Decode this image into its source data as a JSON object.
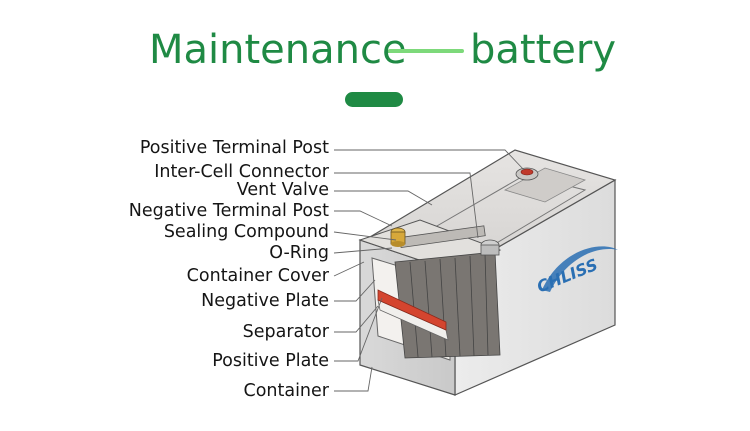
{
  "title": {
    "left": "Maintenance",
    "right": "battery"
  },
  "brand": "CHLISS",
  "colors": {
    "title_green": "#1f8a44",
    "dash_green": "#7dd97a",
    "plate_red": "#d4452f",
    "brand_blue": "#2a6fb3"
  },
  "labels": [
    "Positive Terminal Post",
    "Inter-Cell Connector",
    "Vent Valve",
    "Negative Terminal Post",
    "Sealing Compound",
    "O-Ring",
    "Container Cover",
    "Negative Plate",
    "Separator",
    "Positive Plate",
    "Container"
  ]
}
